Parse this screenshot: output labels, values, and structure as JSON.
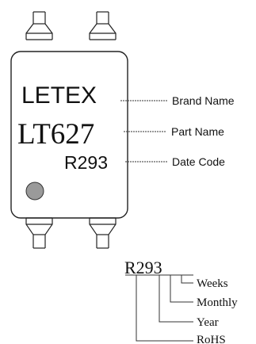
{
  "chip": {
    "brand": "LETEX",
    "part": "LT627",
    "date_code": "R293",
    "dot_color": "#9a9a9a"
  },
  "labels": {
    "brand_name": "Brand Name",
    "part_name": "Part Name",
    "date_code": "Date Code"
  },
  "decode": {
    "code": "R293",
    "weeks": "Weeks",
    "monthly": "Monthly",
    "year": "Year",
    "rohs": "RoHS"
  }
}
